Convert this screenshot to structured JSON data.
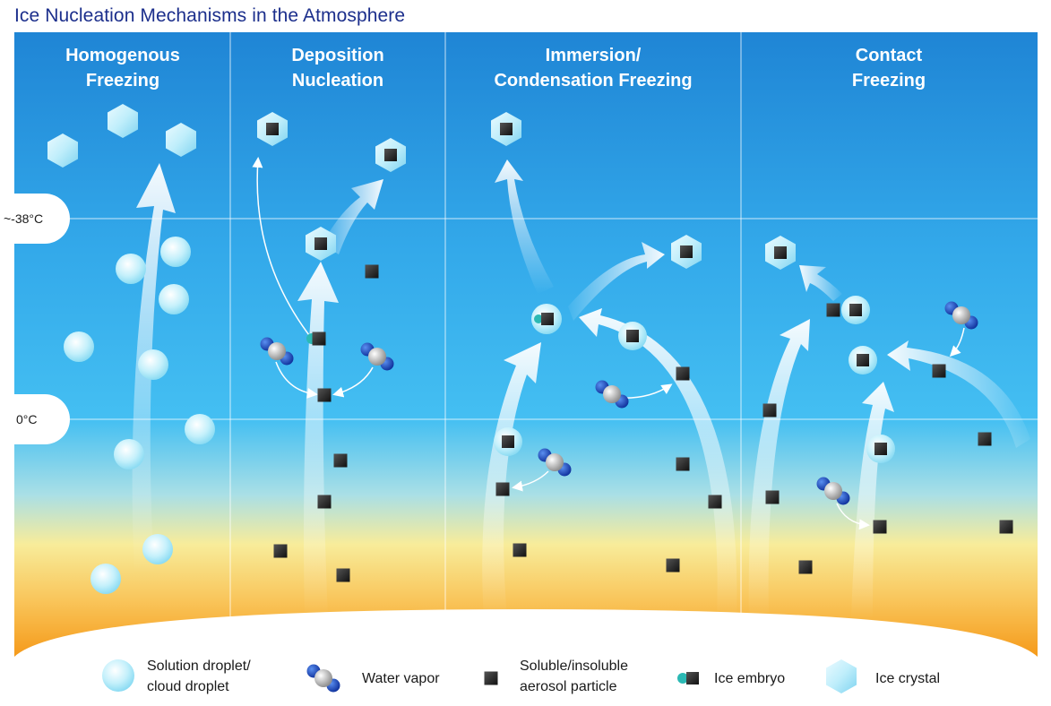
{
  "title": "Ice Nucleation Mechanisms in the Atmosphere",
  "panels": [
    {
      "line1": "Homogenous",
      "line2": "Freezing"
    },
    {
      "line1": "Deposition",
      "line2": "Nucleation"
    },
    {
      "line1": "Immersion/",
      "line2": "Condensation Freezing"
    },
    {
      "line1": "Contact",
      "line2": "Freezing"
    }
  ],
  "temperatures": {
    "upper": "~-38°C",
    "lower": "0°C"
  },
  "legend": {
    "droplet": {
      "line1": "Solution droplet/",
      "line2": "cloud droplet"
    },
    "vapor": {
      "line1": "Water vapor"
    },
    "aerosol": {
      "line1": "Soluble/insoluble",
      "line2": "aerosol particle"
    },
    "embryo": {
      "line1": "Ice embryo"
    },
    "crystal": {
      "line1": "Ice crystal"
    }
  },
  "colors": {
    "sky_top": "#1e86d6",
    "sky_mid": "#39b6ef",
    "ground_warm": "#f6a21c",
    "title": "#1c2f8c"
  },
  "icons": [
    "droplet-icon",
    "water-vapor-icon",
    "aerosol-particle-icon",
    "ice-embryo-icon",
    "ice-crystal-icon"
  ]
}
